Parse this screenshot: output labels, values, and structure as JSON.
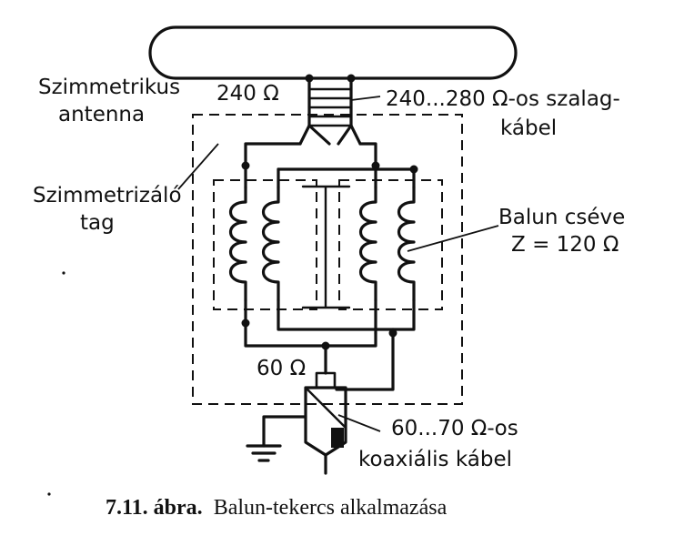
{
  "labels": {
    "antenna_line1": "Szimmetrikus",
    "antenna_line2": "antenna",
    "antenna_impedance": "240 Ω",
    "ribbon_line1": "240...280 Ω-os szalag-",
    "ribbon_line2": "kábel",
    "balancer_line1": "Szimmetrizáló",
    "balancer_line2": "tag",
    "balun_line1": "Balun cséve",
    "balun_line2": "Z = 120 Ω",
    "coax_impedance": "60 Ω",
    "coax_line1": "60...70 Ω-os",
    "coax_line2": "koaxiális kábel"
  },
  "caption": {
    "number": "7.11. ábra.",
    "text": "Balun-tekercs alkalmazása"
  }
}
